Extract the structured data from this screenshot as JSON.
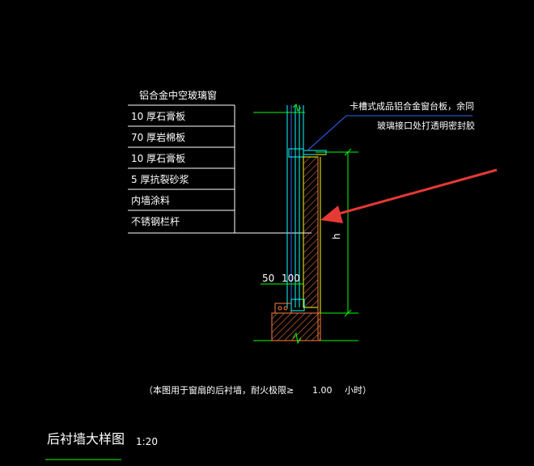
{
  "drawing": {
    "material_header": "铝合金中空玻璃窗",
    "material_layers": [
      "10  厚石膏板",
      "70  厚岩棉板",
      "10  厚石膏板",
      "5  厚抗裂砂浆",
      "内墙涂料",
      "不锈钢栏杆"
    ],
    "callout_line1": "卡槽式成品铝合金窗台板，余同",
    "callout_line2": "玻璃接口处打透明密封胶",
    "dim_height_label": "h",
    "dim_left_a": "50",
    "dim_left_b": "100",
    "note_text": "（本图用于窗扇的后衬墙，耐火极限≥",
    "note_value": "1.00",
    "note_unit": "小时）",
    "title": "后衬墙大样图",
    "scale": "1:20"
  },
  "colors": {
    "background": "#000000",
    "line_white": "#ffffff",
    "line_green": "#00ff00",
    "line_cyan": "#00ffff",
    "line_blue": "#3366ff",
    "line_orange": "#ff8040",
    "line_yellow": "#ffff00",
    "arrow_red": "#e53935"
  }
}
